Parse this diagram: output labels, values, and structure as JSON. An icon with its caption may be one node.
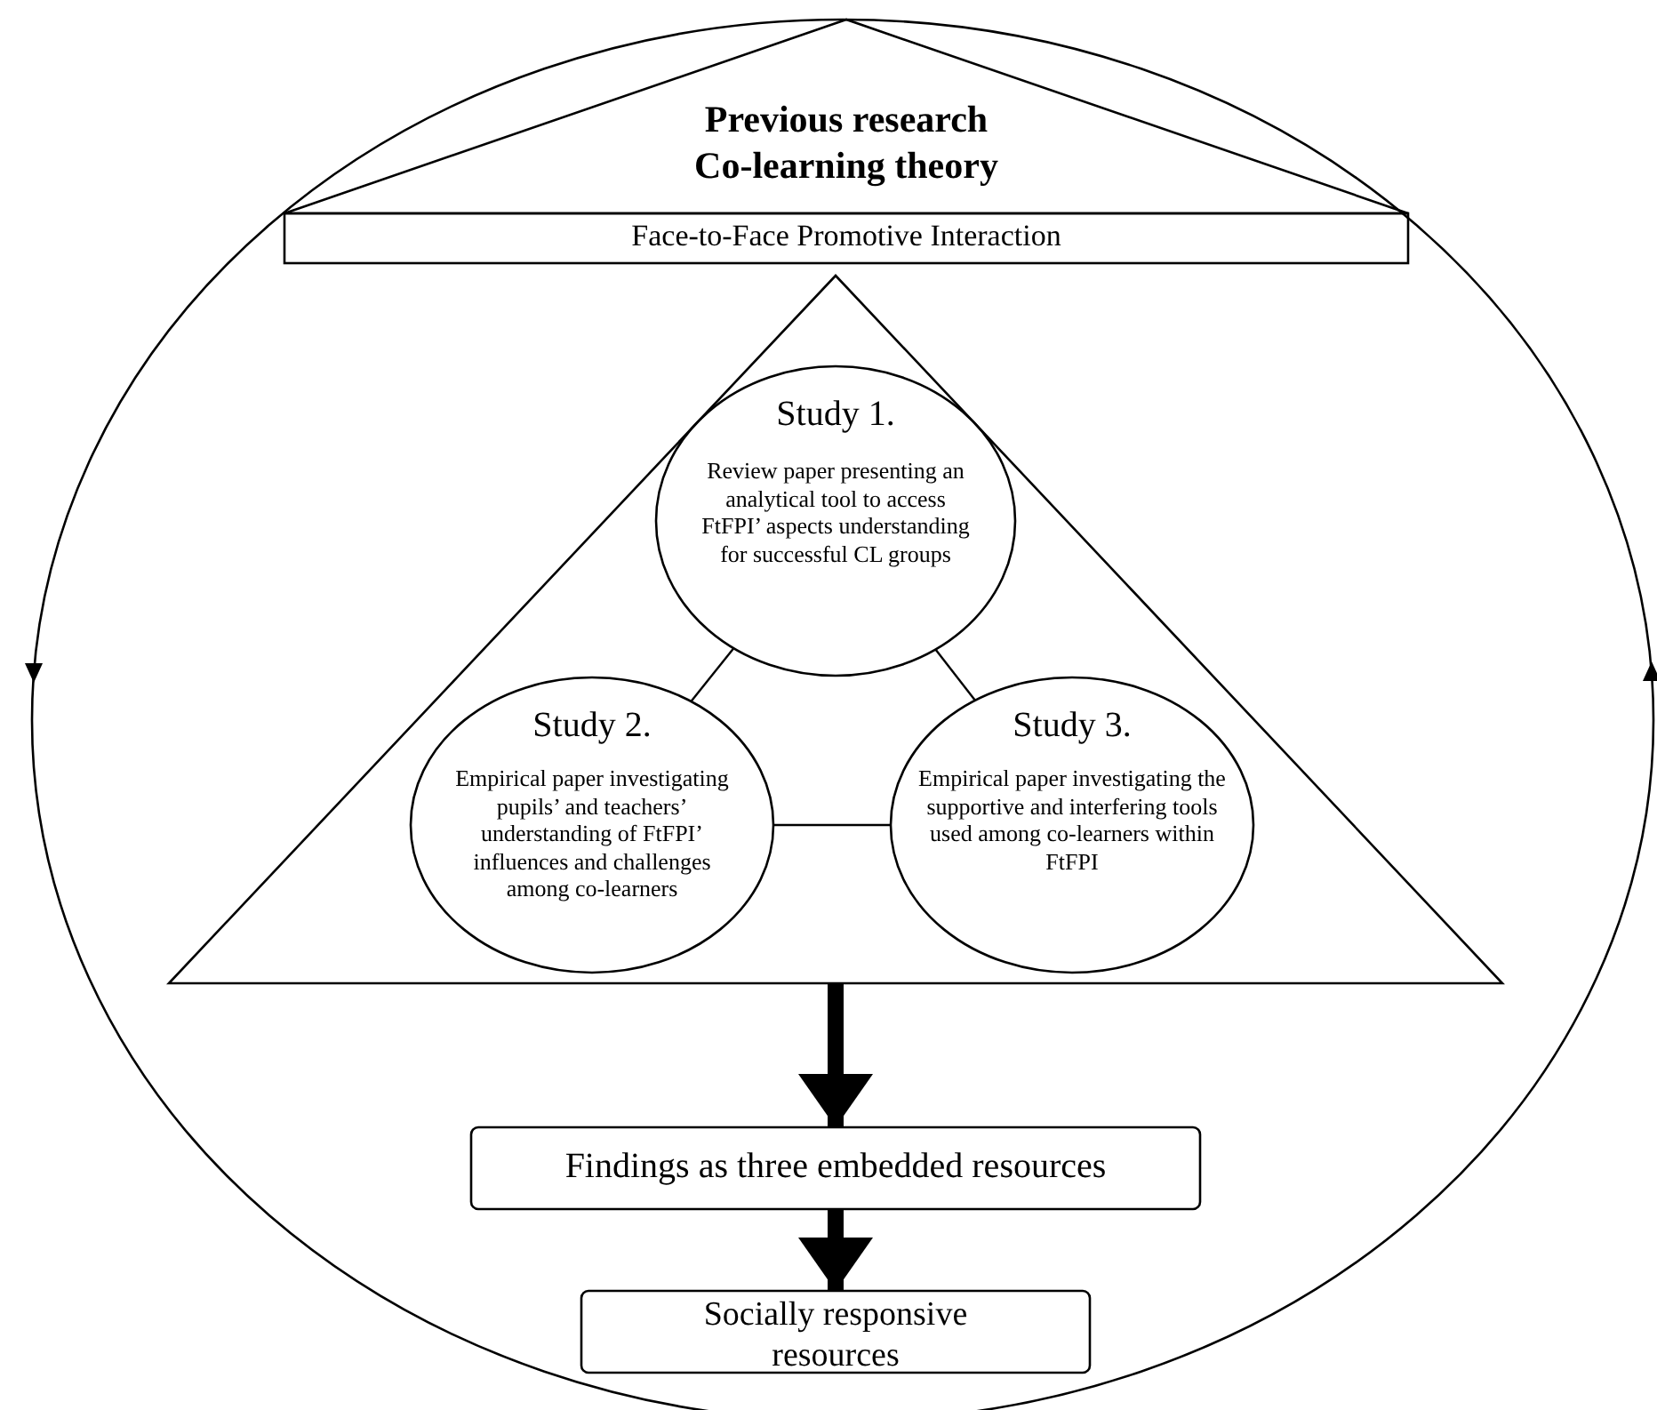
{
  "diagram": {
    "nodes": [
      {
        "text": [],
        "shape": "circle"
      },
      {
        "text": [
          "Previous research",
          "Co-learning theory"
        ],
        "in": 0
      },
      {
        "text": [
          "Face-to-Face Promotive Interaction"
        ],
        "in": 0
      },
      {
        "text": [],
        "shape": "triangle",
        "in": 0
      },
      {
        "text": [
          "Study 1.",
          "Review paper presenting an analytical tool to access FtFPI’ aspects understanding for successful CL groups"
        ],
        "in": 3
      },
      {
        "text": [
          "Study 2.",
          "Empirical paper investigating pupils’ and teachers’ understanding of FtFPI’ influences and challenges among co-learners"
        ],
        "in": 3
      },
      {
        "text": [
          "Study 3.",
          "Empirical paper investigating the supportive and interfering tools used among co-learners within FtFPI"
        ],
        "in": 3
      },
      {
        "text": [
          "Findings as three embedded resources"
        ],
        "in": 0
      },
      {
        "text": [
          "Socially responsive resources"
        ],
        "in": 0
      }
    ],
    "edges": [
      {
        "from": 4,
        "to": 5,
        "arrow": "none"
      },
      {
        "from": 4,
        "to": 6,
        "arrow": "none"
      },
      {
        "from": 5,
        "to": 6,
        "arrow": "none"
      },
      {
        "from": 3,
        "to": 7,
        "arrow": "to",
        "style": "thick"
      },
      {
        "from": 7,
        "to": 8,
        "arrow": "to",
        "style": "thick"
      }
    ]
  }
}
